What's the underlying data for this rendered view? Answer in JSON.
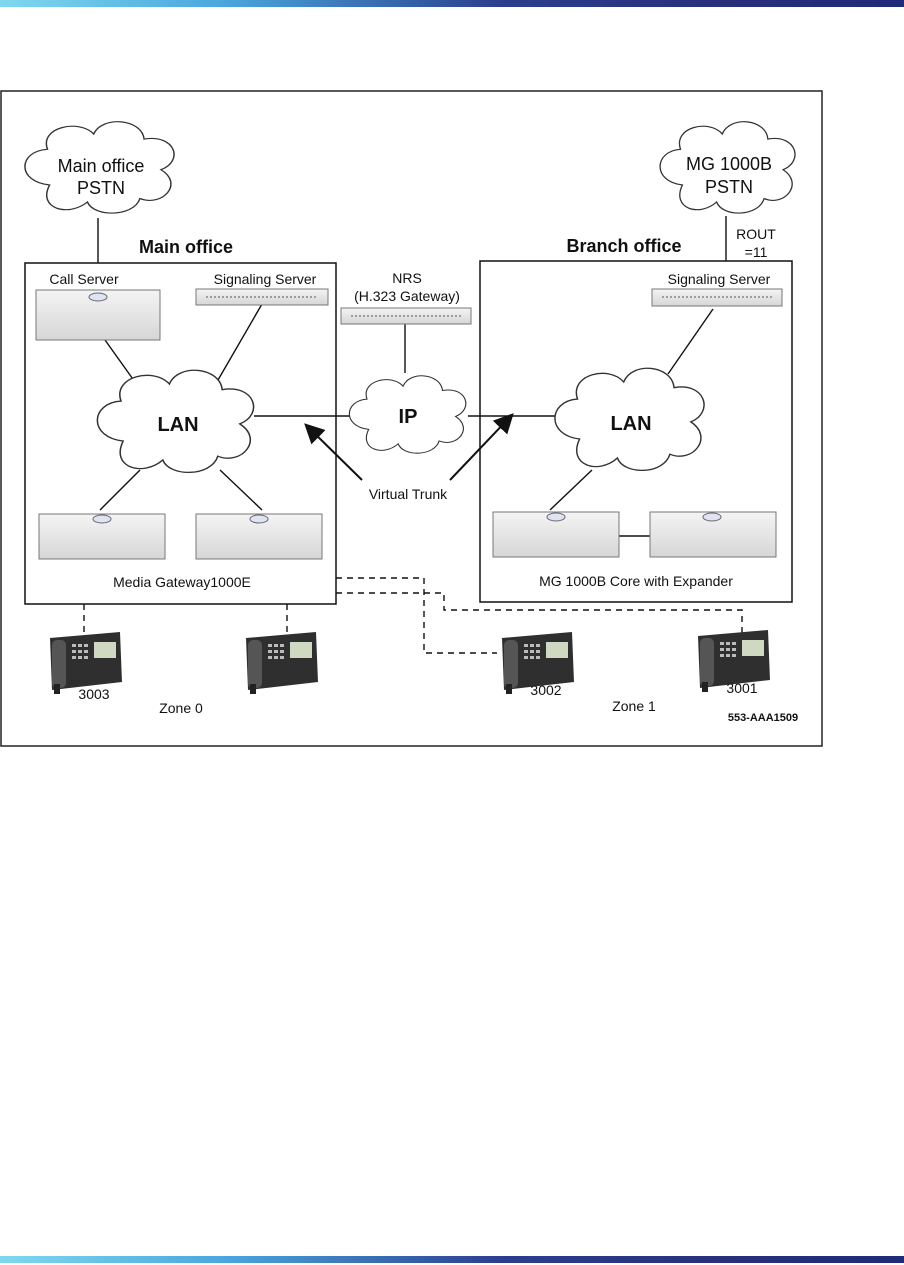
{
  "diagram": {
    "pstn_main": [
      "Main office",
      "PSTN"
    ],
    "pstn_branch": [
      "MG 1000B",
      "PSTN"
    ],
    "main_office_title": "Main office",
    "branch_office_title": "Branch office",
    "call_server": "Call Server",
    "signaling_server_main": "Signaling Server",
    "signaling_server_branch": "Signaling Server",
    "nrs": [
      "NRS",
      "(H.323 Gateway)"
    ],
    "rout": [
      "ROUT",
      "=11"
    ],
    "lan_main": "LAN",
    "lan_branch": "LAN",
    "ip": "IP",
    "virtual_trunk": "Virtual Trunk",
    "media_gateway": "Media Gateway1000E",
    "mg_core": "MG 1000B Core with Expander",
    "phones": [
      "3003",
      "3002",
      "3001"
    ],
    "zone0": "Zone 0",
    "zone1": "Zone 1",
    "figure_id": "553-AAA1509"
  }
}
